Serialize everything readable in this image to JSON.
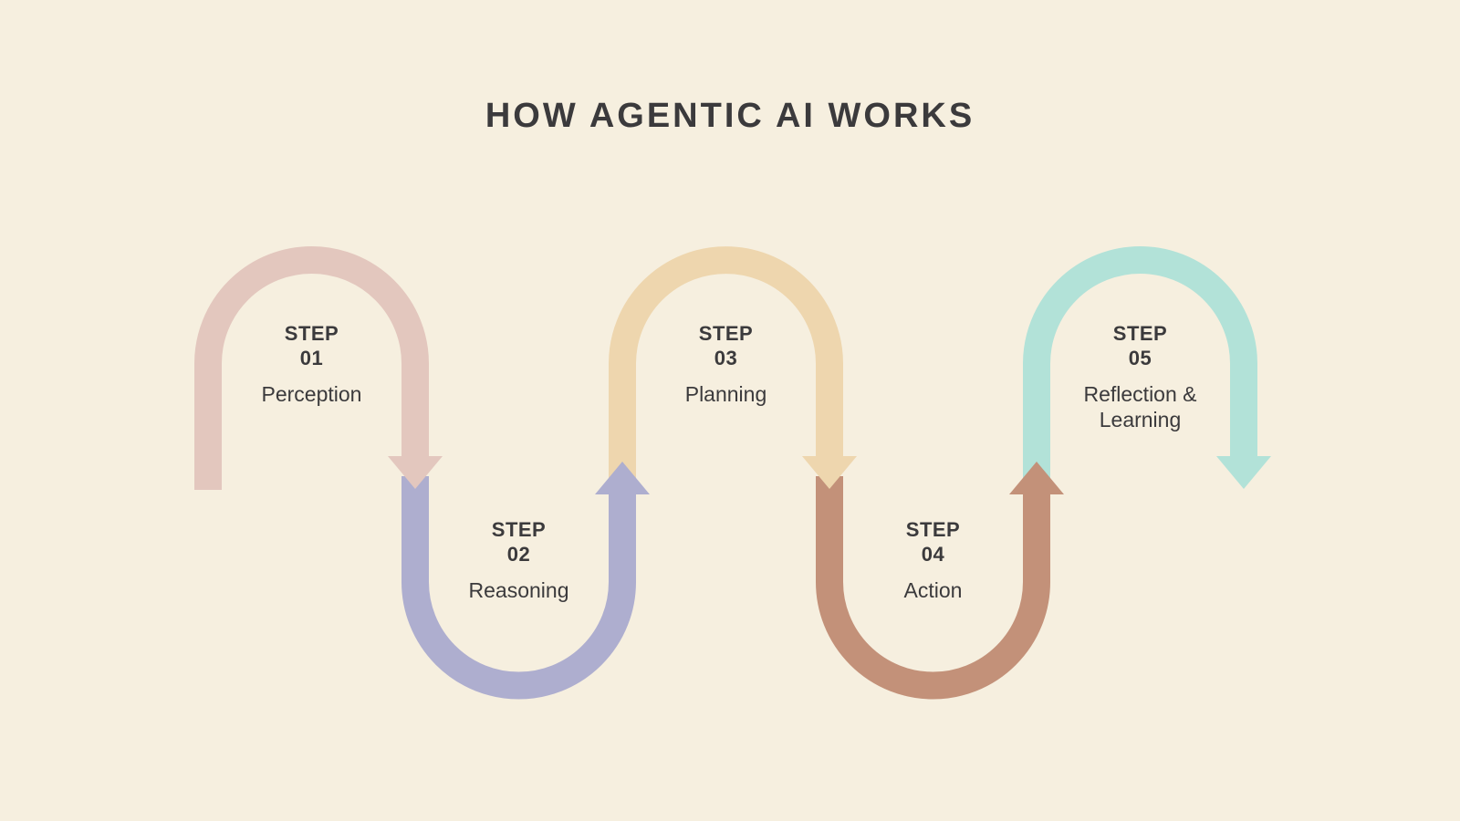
{
  "page": {
    "background_color": "#F6EFDF",
    "text_color": "#3B3A3C"
  },
  "title": "HOW AGENTIC AI WORKS",
  "steps": [
    {
      "step_word": "STEP",
      "number": "01",
      "label": "Perception",
      "color": "#E3C7BE",
      "shape": "arch-over-arrow-down"
    },
    {
      "step_word": "STEP",
      "number": "02",
      "label": "Reasoning",
      "color": "#AEAECF",
      "shape": "u-under-arrow-up"
    },
    {
      "step_word": "STEP",
      "number": "03",
      "label": "Planning",
      "color": "#EED6AE",
      "shape": "arch-over-arrow-down"
    },
    {
      "step_word": "STEP",
      "number": "04",
      "label": "Action",
      "color": "#C39179",
      "shape": "u-under-arrow-up"
    },
    {
      "step_word": "STEP",
      "number": "05",
      "label": "Reflection & Learning",
      "color": "#B2E2D8",
      "shape": "arch-over-arrow-down"
    }
  ]
}
